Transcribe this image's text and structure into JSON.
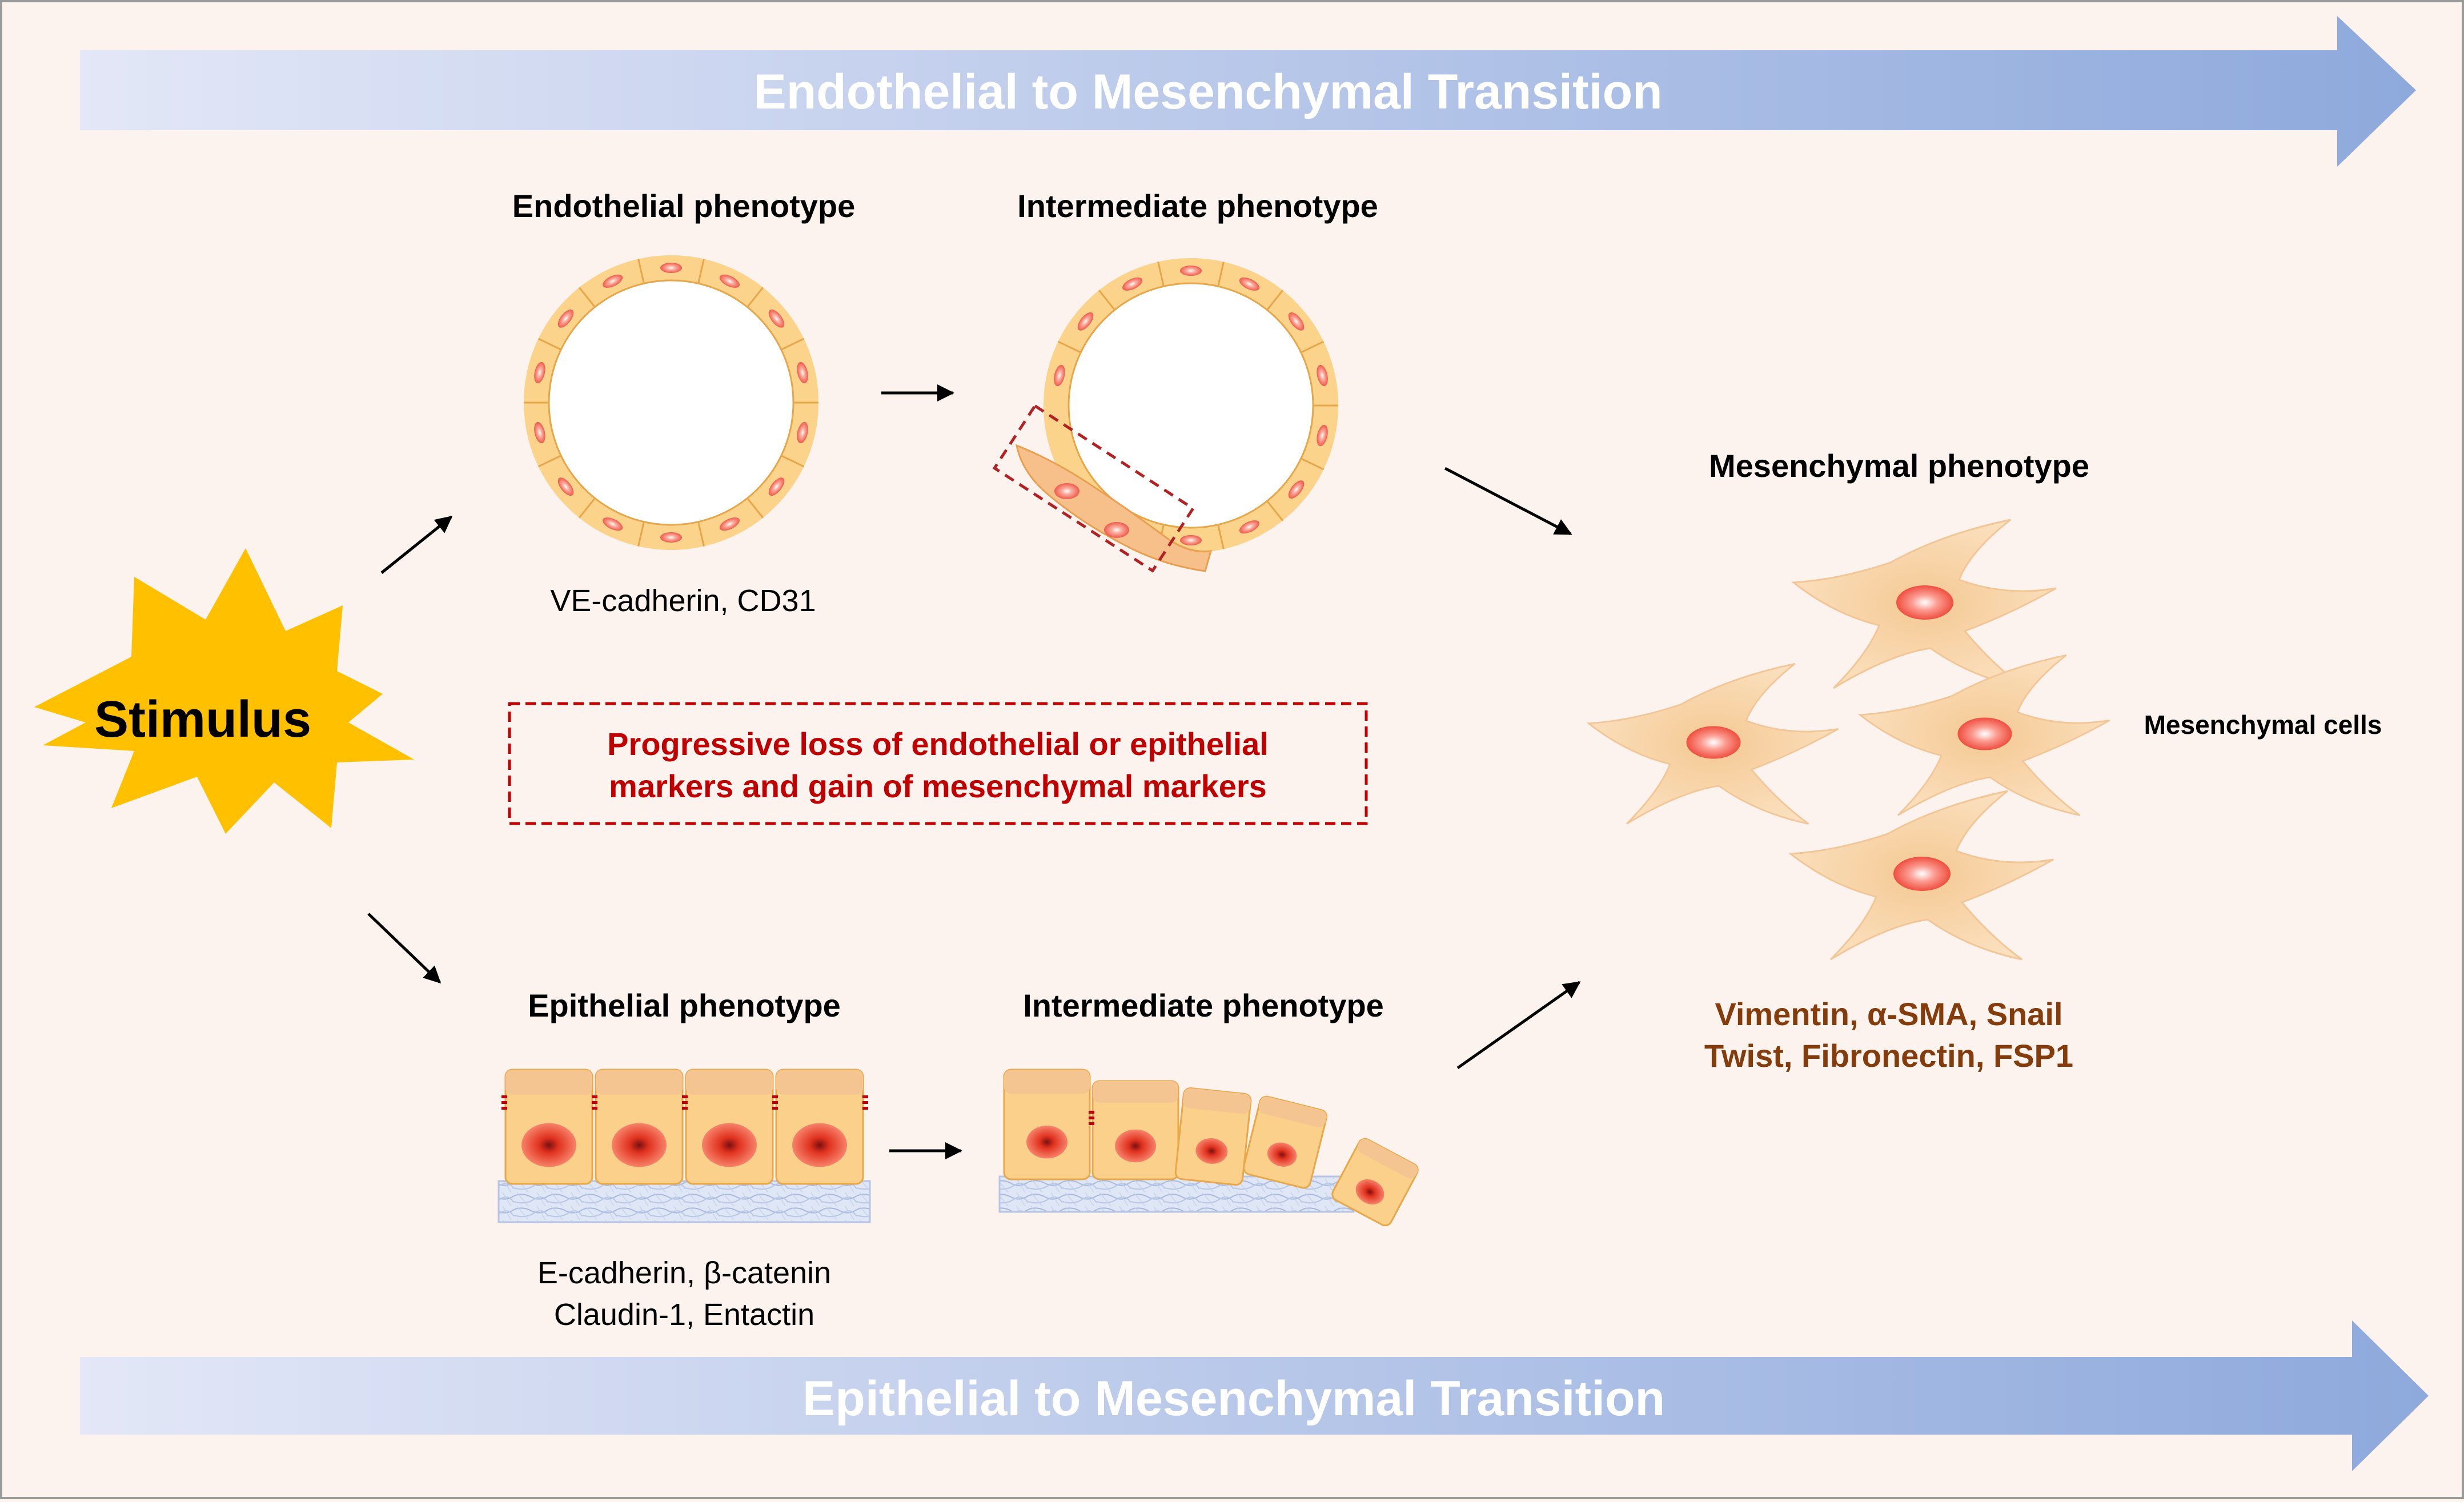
{
  "banners": {
    "top": "Endothelial to Mesenchymal Transition",
    "bottom": "Epithelial to Mesenchymal Transition"
  },
  "stimulus": "Stimulus",
  "endothelial": {
    "title": "Endothelial phenotype",
    "markers": "VE-cadherin, CD31",
    "intermediate_title": "Intermediate  phenotype"
  },
  "epithelial": {
    "title": "Epithelial phenotype",
    "markers_line1": "E-cadherin, β-catenin",
    "markers_line2": "Claudin-1, Entactin",
    "intermediate_title": "Intermediate  phenotype"
  },
  "center_box": {
    "line1": "Progressive loss of endothelial or epithelial",
    "line2": "markers and gain of mesenchymal markers"
  },
  "mesenchymal": {
    "title": "Mesenchymal  phenotype",
    "cells_label": "Mesenchymal cells",
    "markers_line1": "Vimentin, α-SMA, Snail",
    "markers_line2": "Twist, Fibronectin, FSP1"
  },
  "colors": {
    "background": "#fdf3ee",
    "banner_start": "#e3e7f7",
    "banner_end": "#8ea9dc",
    "stimulus_fill": "#ffc000",
    "box_red": "#c00000",
    "marker_brown": "#843c0c",
    "cell_fill": "#fbd89a",
    "cell_border": "#e8a84a",
    "mesenchymal_cell": "#f9d9ac",
    "nucleus": "#f4645b"
  }
}
